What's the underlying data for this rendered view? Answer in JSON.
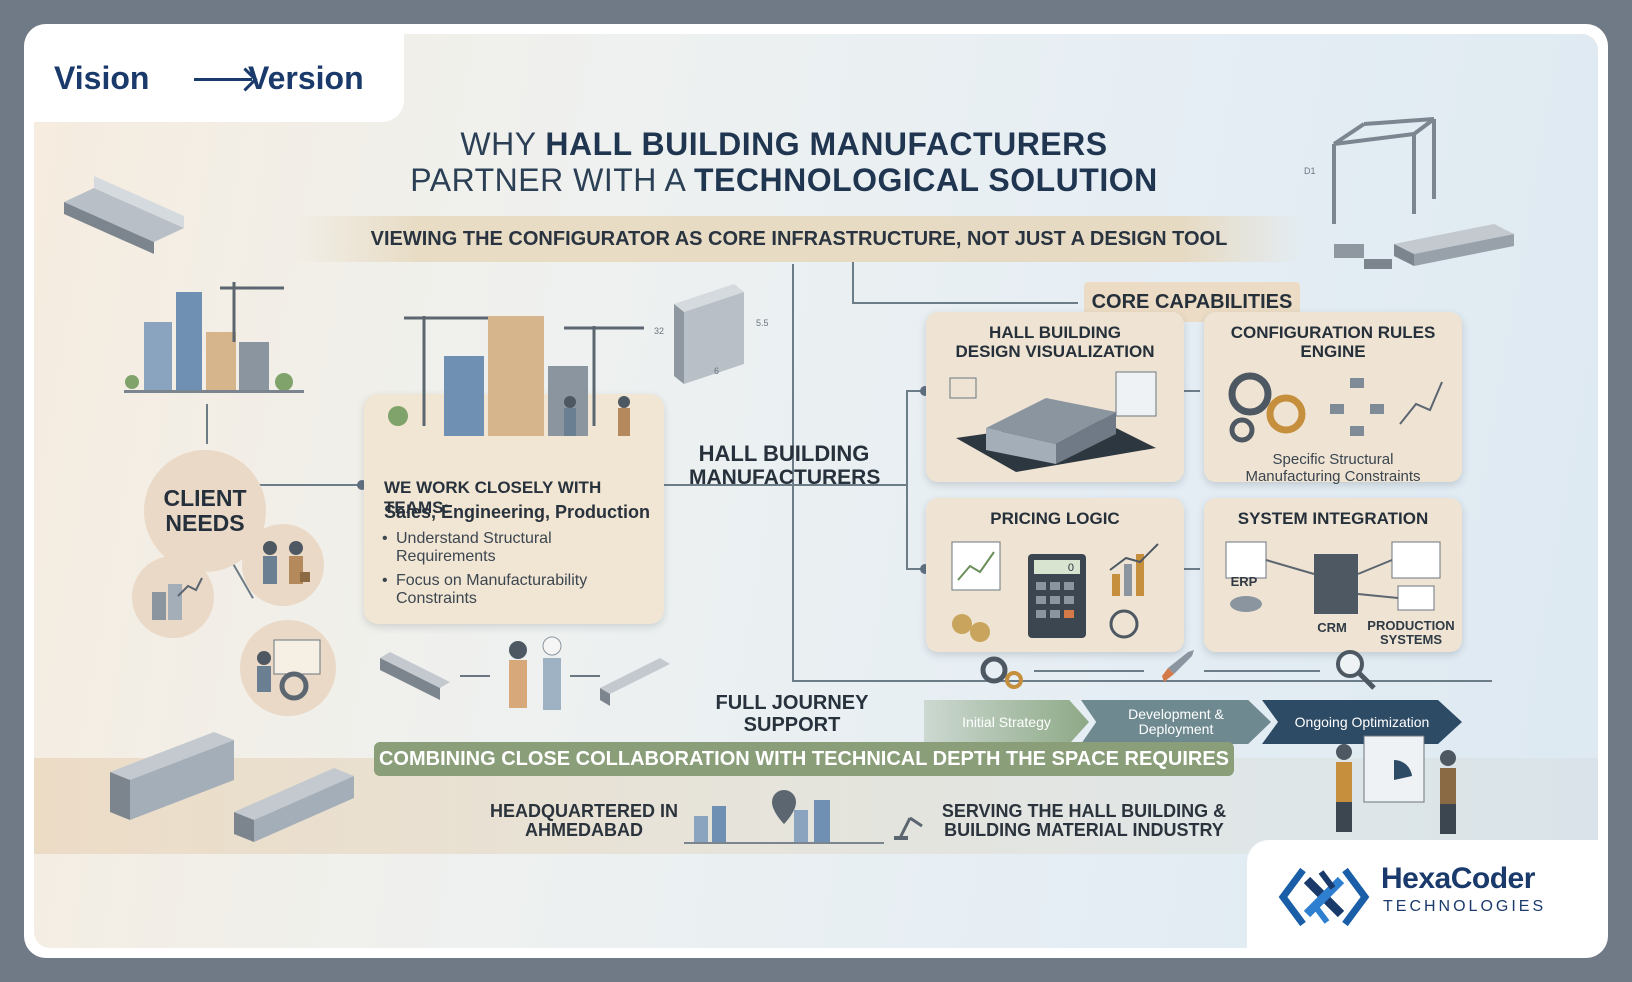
{
  "corner_tab": {
    "left": "Vision",
    "right": "Version"
  },
  "title": {
    "line1_plain": "WHY ",
    "line1_bold": "HALL BUILDING MANUFACTURERS",
    "line2_plain": "PARTNER WITH A ",
    "line2_bold": "TECHNOLOGICAL SOLUTION"
  },
  "subtitle": "VIEWING THE CONFIGURATOR AS CORE INFRASTRUCTURE, NOT JUST A DESIGN TOOL",
  "client_needs": {
    "line1": "CLIENT",
    "line2": "NEEDS"
  },
  "teams": {
    "heading": "WE WORK CLOSELY WITH TEAMS:",
    "subheading": "Sales, Engineering, Production",
    "bullets": [
      {
        "line1": "Understand Structural",
        "line2": "Requirements"
      },
      {
        "line1": "Focus on Manufacturability",
        "line2": "Constraints"
      }
    ]
  },
  "center": {
    "line1": "HALL BUILDING",
    "line2": "MANUFACTURERS"
  },
  "beam_dims": {
    "a": "32",
    "b": "5.5",
    "c": "6"
  },
  "frame_dim": "D1",
  "core_capabilities": {
    "label": "CORE CAPABILITIES",
    "cards": [
      {
        "title1": "HALL BUILDING",
        "title2": "DESIGN VISUALIZATION"
      },
      {
        "title1": "CONFIGURATION RULES",
        "title2": "ENGINE",
        "note1": "Specific Structural",
        "note2": "Manufacturing Constraints"
      },
      {
        "title1": "PRICING LOGIC",
        "calc_display": "0"
      },
      {
        "title1": "SYSTEM INTEGRATION",
        "labels": [
          "ERP",
          "CRM",
          "PRODUCTION",
          "SYSTEMS"
        ]
      }
    ]
  },
  "journey": {
    "label1": "FULL JOURNEY",
    "label2": "SUPPORT",
    "steps": [
      {
        "line1": "Initial Strategy"
      },
      {
        "line1": "Development &",
        "line2": "Deployment"
      },
      {
        "line1": "Ongoing Optimization"
      }
    ]
  },
  "bottom": {
    "banner": "COMBINING CLOSE COLLABORATION WITH TECHNICAL DEPTH THE SPACE REQUIRES",
    "hq_line1": "HEADQUARTERED IN",
    "hq_line2": "AHMEDABAD",
    "serving_line1": "SERVING THE HALL BUILDING &",
    "serving_line2": "BUILDING MATERIAL INDUSTRY"
  },
  "logo": {
    "name": "HexaCoder",
    "sub": "TECHNOLOGIES"
  },
  "colors": {
    "navy": "#1a3a6b",
    "sand": "#f1e5d3",
    "sage": "#8b9e7a",
    "slate": "#2e4b66"
  }
}
